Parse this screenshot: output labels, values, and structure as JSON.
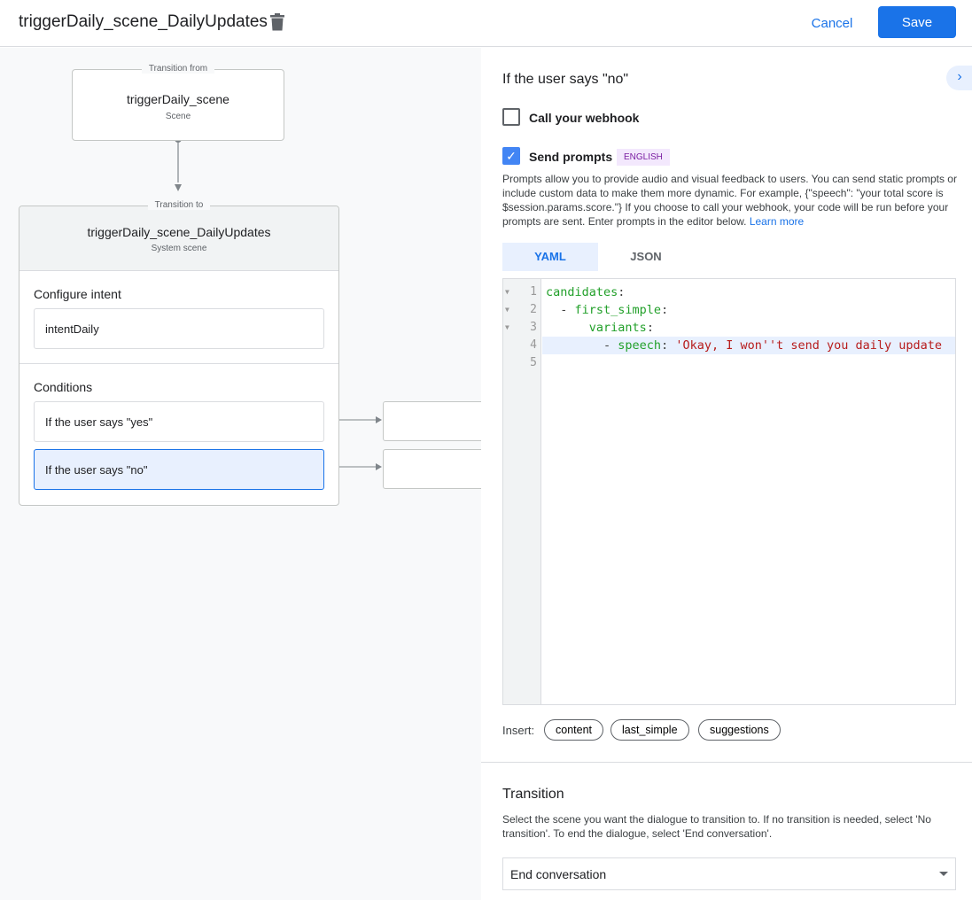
{
  "header": {
    "title": "triggerDaily_scene_DailyUpdates",
    "cancel": "Cancel",
    "save": "Save"
  },
  "canvas": {
    "from": {
      "legend": "Transition from",
      "name": "triggerDaily_scene",
      "type": "Scene"
    },
    "to": {
      "legend": "Transition to",
      "name": "triggerDaily_scene_DailyUpdates",
      "type": "System scene",
      "intent_label": "Configure intent",
      "intent": "intentDaily",
      "conditions_label": "Conditions",
      "conditions": [
        "If the user says \"yes\"",
        "If the user says \"no\""
      ]
    }
  },
  "panel": {
    "title": "If the user says \"no\"",
    "webhook_label": "Call your webhook",
    "webhook_checked": false,
    "prompts_label": "Send prompts",
    "prompts_checked": true,
    "lang_badge": "ENGLISH",
    "description": "Prompts allow you to provide audio and visual feedback to users. You can send static prompts or include custom data to make them more dynamic. For example, {\"speech\": \"your total score is $session.params.score.\"} If you choose to call your webhook, your code will be run before your prompts are sent. Enter prompts in the editor below.",
    "learn_more": "Learn more",
    "tabs": [
      "YAML",
      "JSON"
    ],
    "active_tab": "YAML",
    "code": {
      "l1k": "candidates",
      "l2k": "first_simple",
      "l3k": "variants",
      "l4k": "speech",
      "l4v": "'Okay, I won''t send you daily update",
      "line_numbers": [
        "1",
        "2",
        "3",
        "4",
        "5"
      ]
    },
    "insert_label": "Insert:",
    "insert_chips": [
      "content",
      "last_simple",
      "suggestions"
    ],
    "transition_title": "Transition",
    "transition_desc": "Select the scene you want the dialogue to transition to. If no transition is needed, select 'No transition'. To end the dialogue, select 'End conversation'.",
    "transition_value": "End conversation"
  },
  "colors": {
    "accent": "#1a73e8",
    "badge_bg": "#f3e8fd",
    "badge_text": "#7b1fa2"
  }
}
